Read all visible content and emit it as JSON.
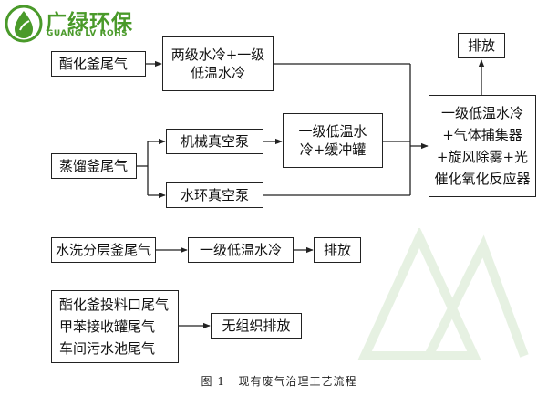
{
  "logo": {
    "name_cn": "广绿环保",
    "name_en": "GUANG LV ROHS",
    "icon": "green-leaf-drop-icon",
    "color": "#4a9a2a"
  },
  "boxes": {
    "esterification_tail_gas": "酯化釜尾气",
    "two_stage_cooling": "两级水冷+一级\n低温水冷",
    "distillation_tail_gas": "蒸馏釜尾气",
    "mechanical_vacuum_pump": "机械真空泵",
    "water_ring_vacuum_pump": "水环真空泵",
    "low_temp_cooling_buffer": "一级低温水\n冷+缓冲罐",
    "combined_treatment": "一级低温水冷\n+气体捕集器\n+旋风除雾+光\n催化氧化反应器",
    "discharge_top": "排放",
    "washing_layering_tail_gas": "水洗分层釜尾气",
    "one_stage_low_temp_cooling": "一级低温水冷",
    "discharge_middle": "排放",
    "fugitive_sources": "酯化釜投料口尾气\n甲苯接收罐尾气\n车间污水池尾气",
    "unorganized_discharge": "无组织排放"
  },
  "caption": "图 1   现有废气治理工艺流程",
  "colors": {
    "line": "#222222",
    "accent": "#4a9a2a"
  }
}
